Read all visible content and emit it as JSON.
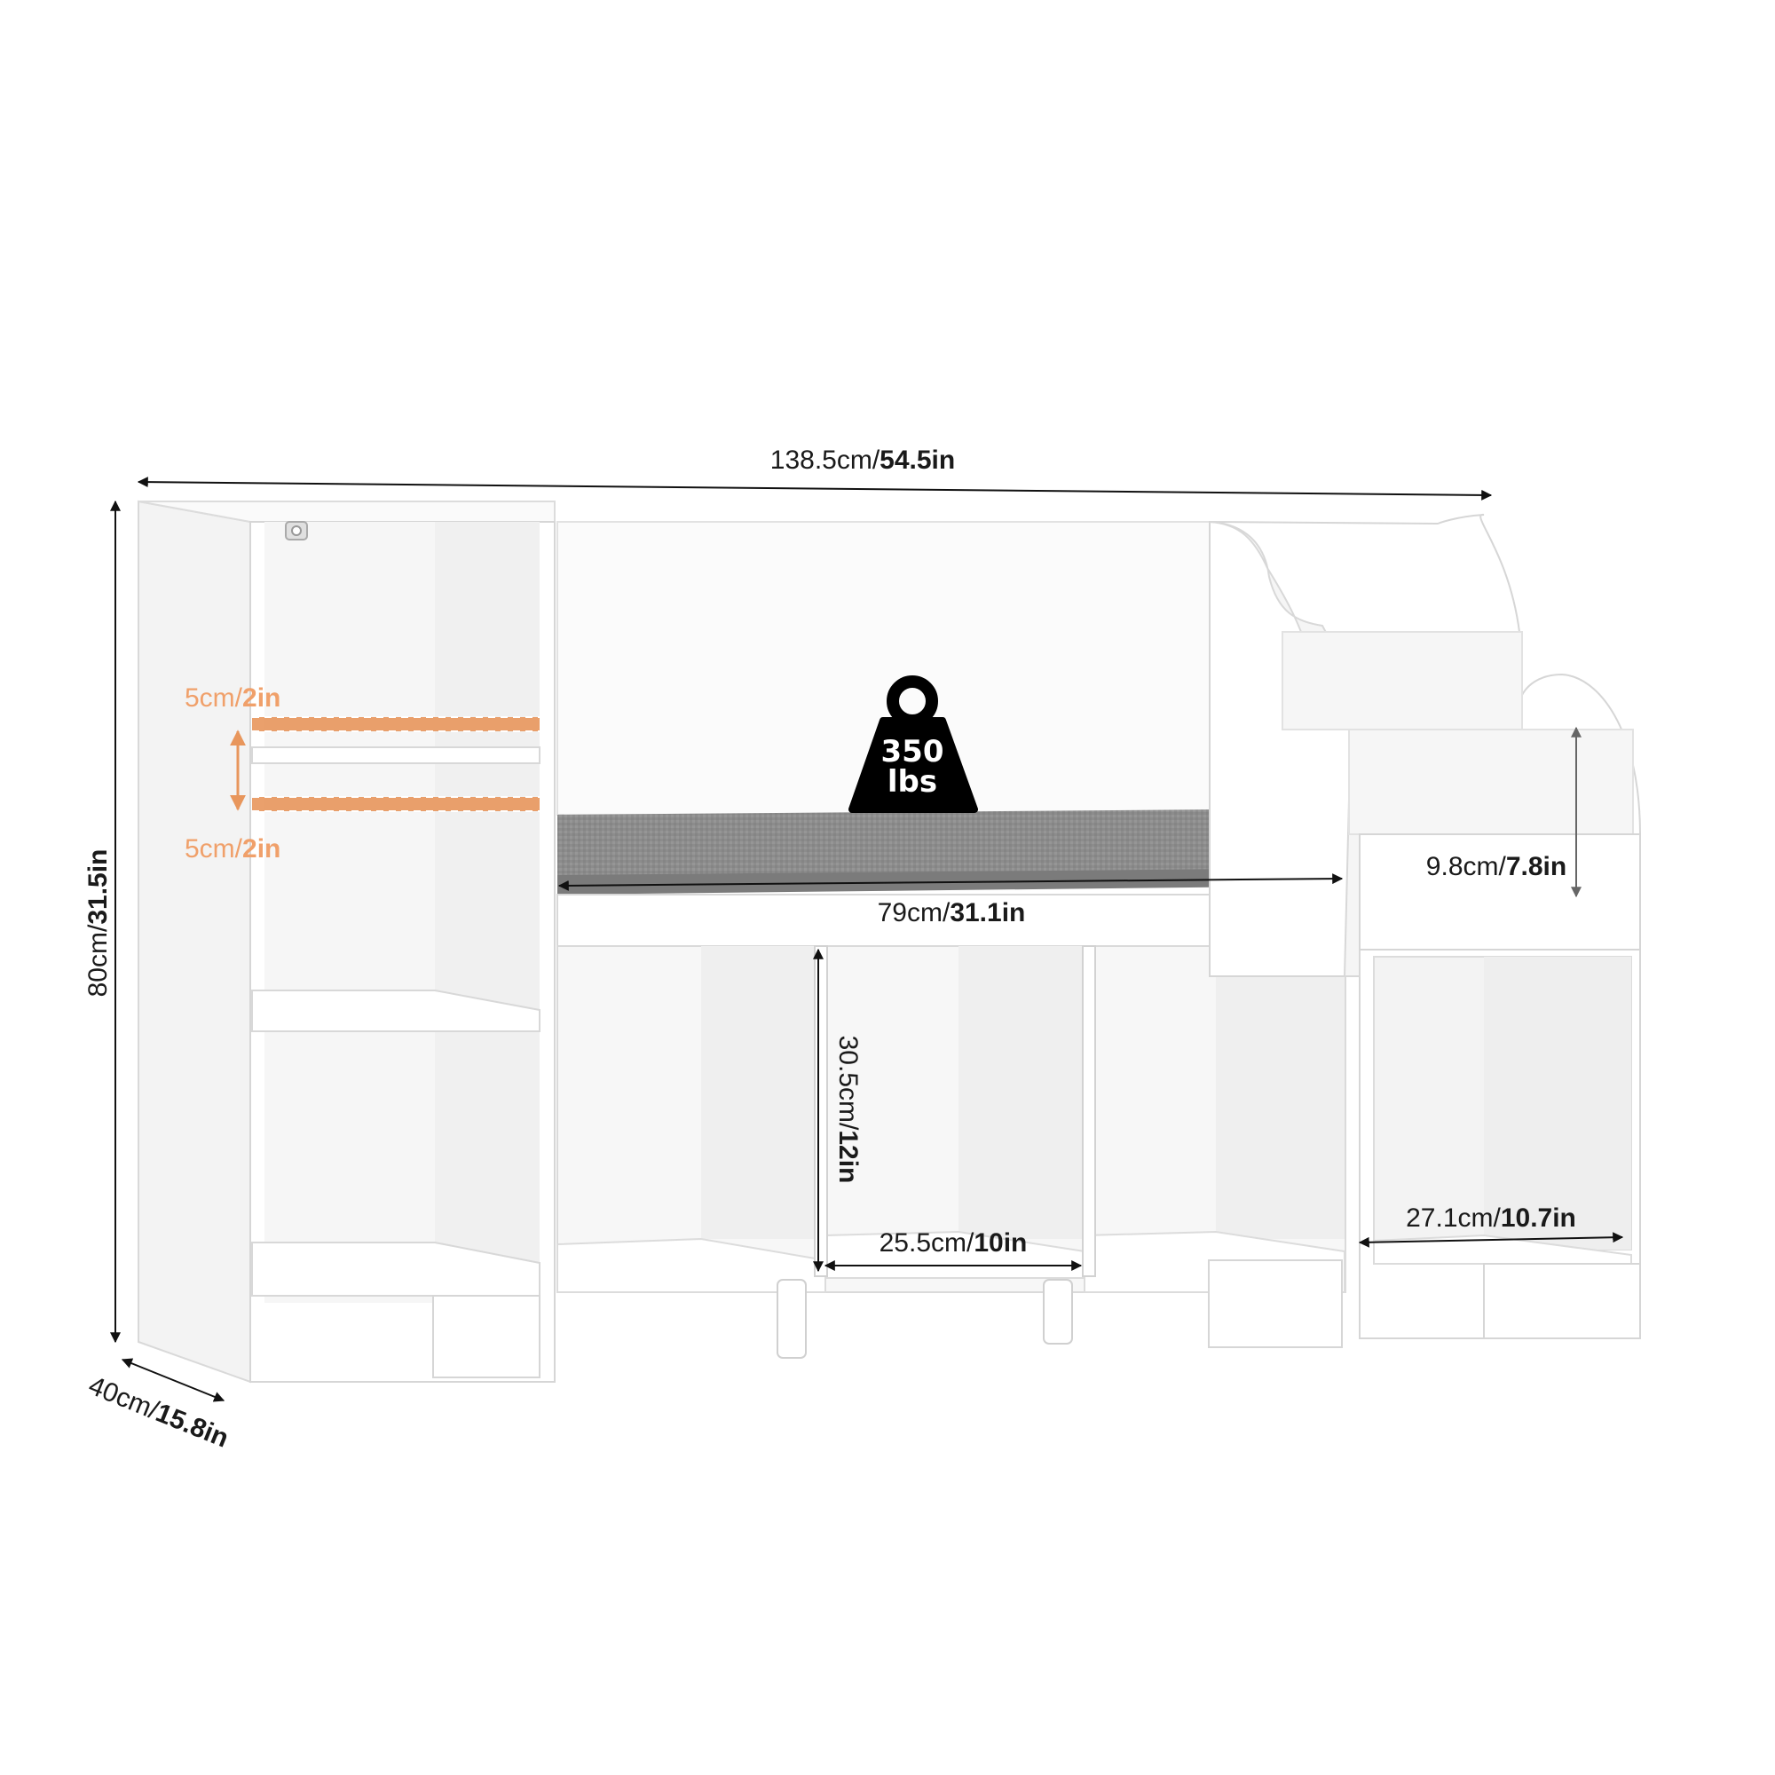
{
  "dimensions": {
    "width": {
      "metric": "138.5cm/",
      "imperial": "54.5in"
    },
    "height": {
      "metric": "80cm/",
      "imperial": "31.5in"
    },
    "depth": {
      "metric": "40cm/",
      "imperial": "15.8in"
    },
    "seat_width": {
      "metric": "79cm/",
      "imperial": "31.1in"
    },
    "cubby_height": {
      "metric": "30.5cm/",
      "imperial": "12in"
    },
    "cubby_width": {
      "metric": "25.5cm/",
      "imperial": "10in"
    },
    "right_cubby_width": {
      "metric": "27.1cm/",
      "imperial": "10.7in"
    },
    "book_rack_height": {
      "metric": "9.8cm/",
      "imperial": "7.8in"
    },
    "shelf_adjust_top": {
      "metric": "5cm/",
      "imperial": "2in"
    },
    "shelf_adjust_bottom": {
      "metric": "5cm/",
      "imperial": "2in"
    }
  },
  "weight_capacity": {
    "line1": "350",
    "line2": "lbs"
  },
  "colors": {
    "cabinet": "#ffffff",
    "cabinet_shade": "#f1f1f1",
    "cabinet_edge": "#d6d6d6",
    "cushion": "#8a8a8a",
    "accent_orange": "#e8965c",
    "label_text": "#1a1a1a"
  },
  "icons": [
    "weight-icon",
    "dimension-arrow-icon",
    "hook-icon"
  ]
}
